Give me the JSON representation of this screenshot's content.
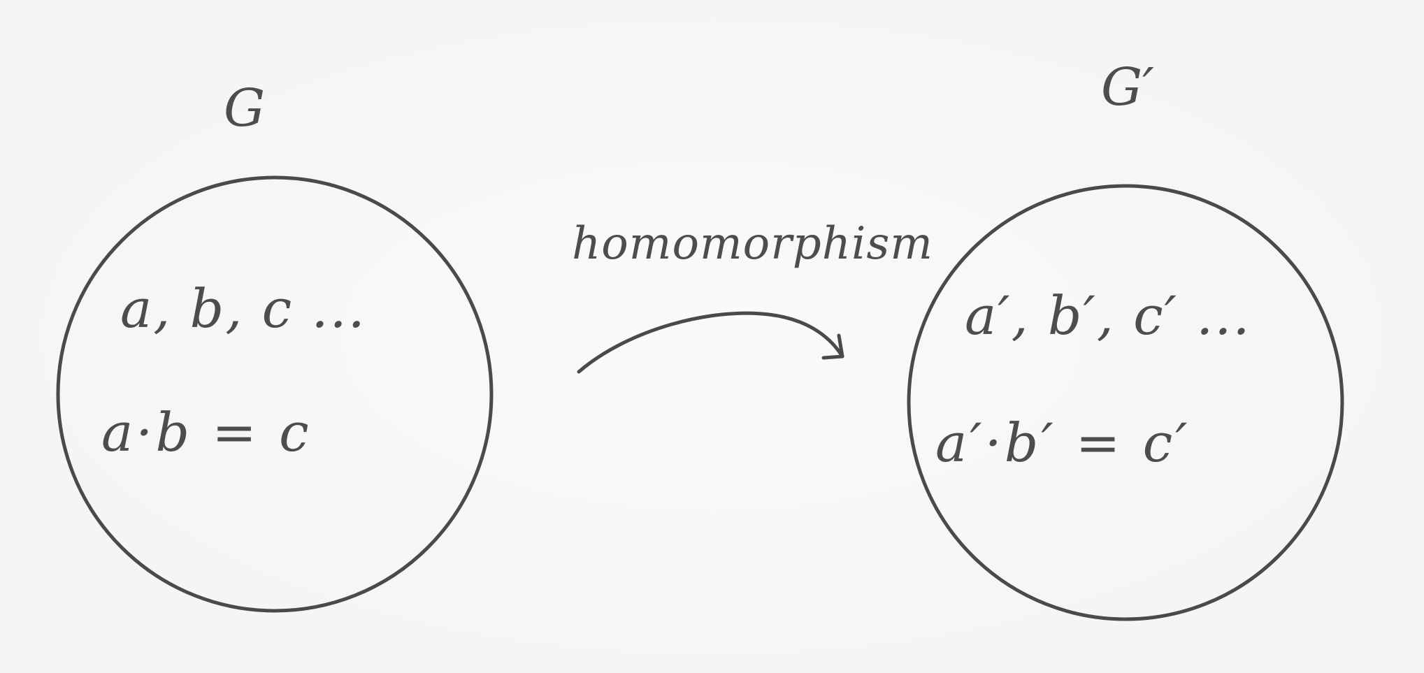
{
  "diagram": {
    "source_set": {
      "name": "G",
      "elements": "a, b, c ...",
      "relation": "a·b = c"
    },
    "target_set": {
      "name": "G′",
      "elements": "a′, b′, c′ ...",
      "relation": "a′·b′ = c′"
    },
    "mapping": {
      "label": "homomorphism"
    }
  },
  "style": {
    "pencil_color": "#4a4a4a",
    "paper_color": "#f7f7f6"
  }
}
